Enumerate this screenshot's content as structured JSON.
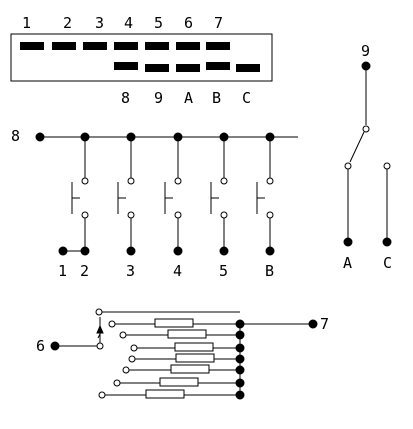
{
  "connector": {
    "top_pins": [
      "1",
      "2",
      "3",
      "4",
      "5",
      "6",
      "7"
    ],
    "bottom_pins": [
      "8",
      "9",
      "A",
      "B",
      "C"
    ]
  },
  "switch_bank": {
    "bus_label": "8",
    "terminal_labels": [
      "1",
      "2",
      "3",
      "4",
      "5",
      "B"
    ]
  },
  "changeover_switch": {
    "common_label": "9",
    "contact_labels": [
      "A",
      "C"
    ]
  },
  "resistor_network": {
    "input_label": "6",
    "output_label": "7"
  }
}
